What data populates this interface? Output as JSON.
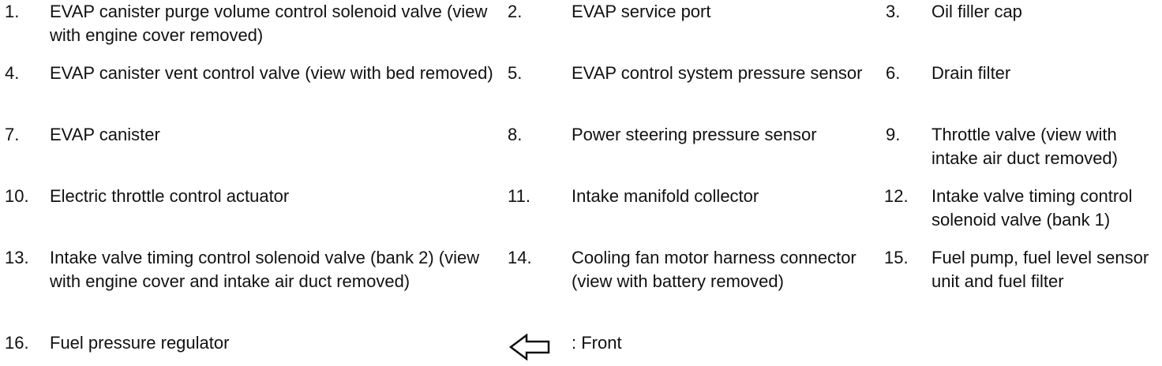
{
  "legend": {
    "items": [
      {
        "num": "1.",
        "text": "EVAP canister purge volume control solenoid valve (view with engine cover removed)"
      },
      {
        "num": "2.",
        "text": "EVAP service port"
      },
      {
        "num": "3.",
        "text": "Oil filler cap"
      },
      {
        "num": "4.",
        "text": "EVAP canister vent control valve (view with bed removed)"
      },
      {
        "num": "5.",
        "text": "EVAP control system pressure sensor"
      },
      {
        "num": "6.",
        "text": "Drain filter"
      },
      {
        "num": "7.",
        "text": "EVAP canister"
      },
      {
        "num": "8.",
        "text": "Power steering pressure sensor"
      },
      {
        "num": "9.",
        "text": "Throttle valve (view with intake air duct removed)"
      },
      {
        "num": "10.",
        "text": "Electric throttle control actuator"
      },
      {
        "num": "11.",
        "text": "Intake manifold collector"
      },
      {
        "num": "12.",
        "text": "Intake valve timing control solenoid valve (bank 1)"
      },
      {
        "num": "13.",
        "text": "Intake valve timing control solenoid valve (bank 2) (view with engine cover and intake air duct removed)"
      },
      {
        "num": "14.",
        "text": "Cooling fan motor harness connector (view with battery removed)"
      },
      {
        "num": "15.",
        "text": "Fuel pump, fuel level sensor unit and fuel filter"
      },
      {
        "num": "16.",
        "text": "Fuel pressure regulator"
      }
    ],
    "front": {
      "icon": "front-arrow-icon",
      "label": ": Front"
    }
  }
}
